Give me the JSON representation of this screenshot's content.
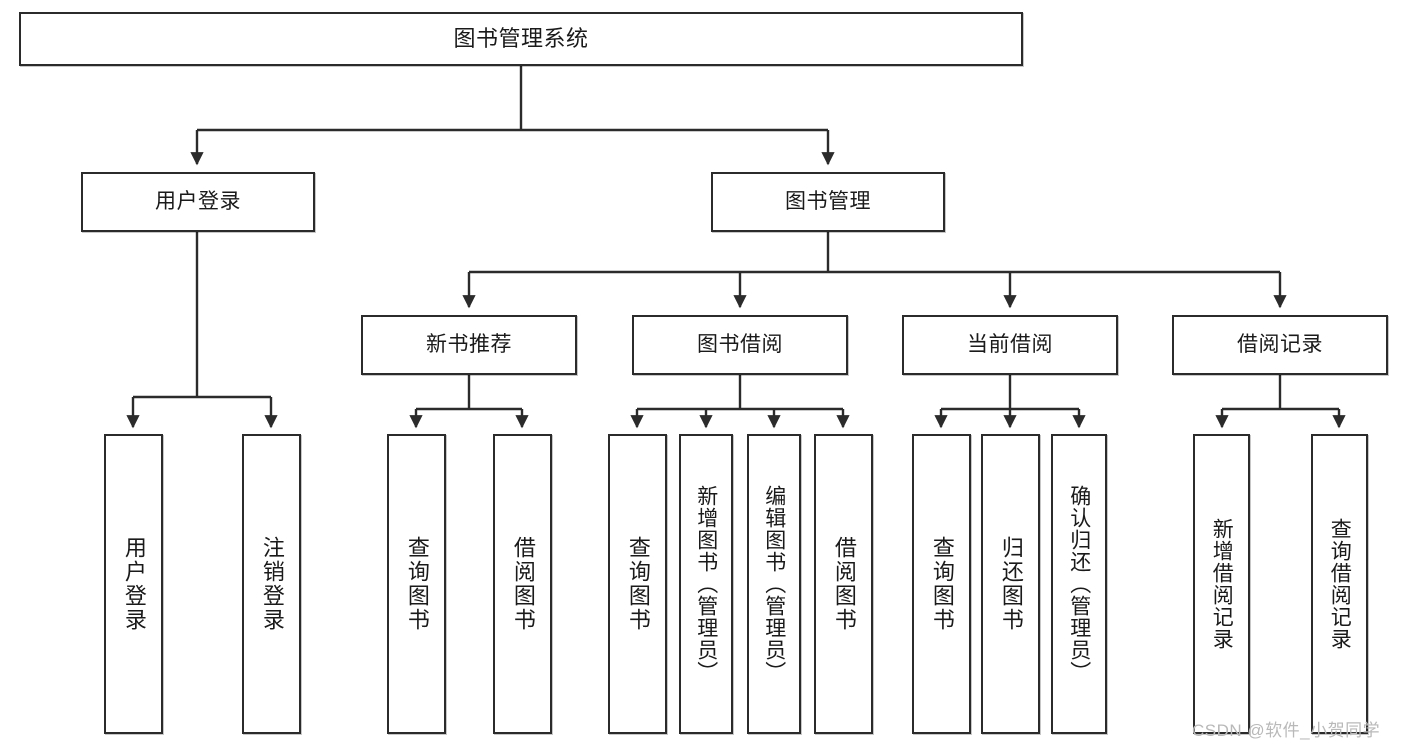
{
  "diagram": {
    "title": "图书管理系统",
    "type": "tree",
    "style": {
      "background": "#ffffff",
      "node_border": "#2b2b2b",
      "node_fill": "#ffffff",
      "edge_color": "#2b2b2b",
      "text_color": "#1a1a1a",
      "watermark_color": "#b9b9b9"
    },
    "root": {
      "label": "图书管理系统"
    },
    "level1": [
      {
        "label": "用户登录"
      },
      {
        "label": "图书管理"
      }
    ],
    "level2": [
      {
        "label": "新书推荐"
      },
      {
        "label": "图书借阅"
      },
      {
        "label": "当前借阅"
      },
      {
        "label": "借阅记录"
      }
    ],
    "leaves": {
      "user_login": [
        {
          "label": "用户登录"
        },
        {
          "label": "注销登录"
        }
      ],
      "new_book_recommend": [
        {
          "label": "查询图书"
        },
        {
          "label": "借阅图书"
        }
      ],
      "book_borrow": [
        {
          "label": "查询图书"
        },
        {
          "label": "新增图书（管理员）"
        },
        {
          "label": "编辑图书（管理员）"
        },
        {
          "label": "借阅图书"
        }
      ],
      "current_borrow": [
        {
          "label": "查询图书"
        },
        {
          "label": "归还图书"
        },
        {
          "label": "确认归还（管理员）"
        }
      ],
      "borrow_record": [
        {
          "label": "新增借阅记录"
        },
        {
          "label": "查询借阅记录"
        }
      ]
    }
  },
  "watermark": {
    "text": "CSDN @软件_小贺同学"
  }
}
